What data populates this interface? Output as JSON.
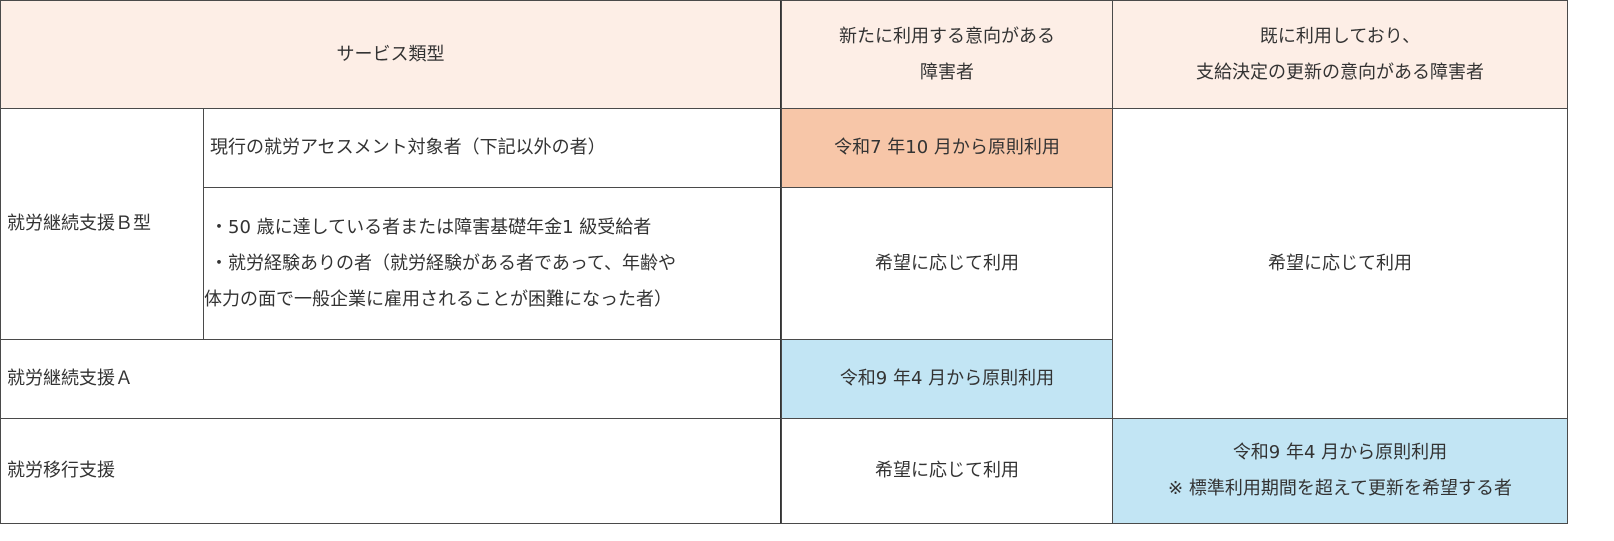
{
  "header": {
    "service_type": "サービス類型",
    "new_users": [
      "新たに利用する意向がある",
      "障害者"
    ],
    "existing_users": [
      "既に利用しており、",
      "支給決定の更新の意向がある障害者"
    ]
  },
  "rows": {
    "b_type": {
      "label": "就労継続支援Ｂ型",
      "sub1": {
        "label": "現行の就労アセスメント対象者（下記以外の者）",
        "new": "令和7 年10 月から原則利用"
      },
      "sub2": {
        "lines": [
          "・50 歳に達している者または障害基礎年金1 級受給者",
          "・就労経験ありの者（就労経験がある者であって、年齢や",
          "体力の面で一般企業に雇用されることが困難になった者）"
        ],
        "new": "希望に応じて利用"
      },
      "existing": "希望に応じて利用"
    },
    "a_type": {
      "label": "就労継続支援Ａ",
      "new": "令和9 年4 月から原則利用"
    },
    "transition": {
      "label": "就労移行支援",
      "new": "希望に応じて利用",
      "existing": [
        "令和9 年4 月から原則利用",
        "※ 標準利用期間を超えて更新を希望する者"
      ]
    }
  },
  "colors": {
    "header": "#fdeee6",
    "orange": "#f7c6a8",
    "blue": "#c2e5f4"
  }
}
